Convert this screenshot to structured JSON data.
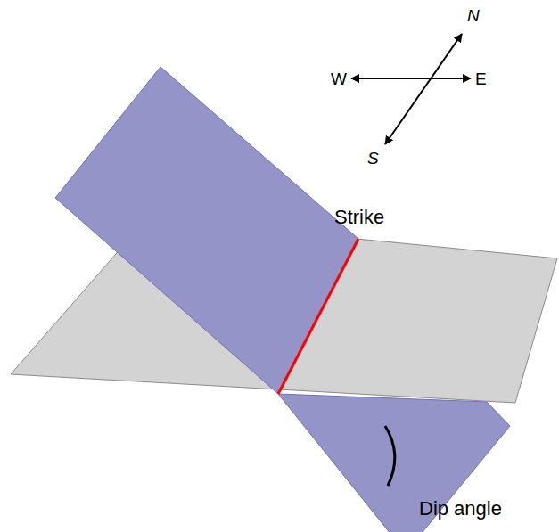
{
  "diagram": {
    "labels": [
      "N",
      "W",
      "E",
      "S",
      "Strike",
      "Dip angle"
    ]
  }
}
